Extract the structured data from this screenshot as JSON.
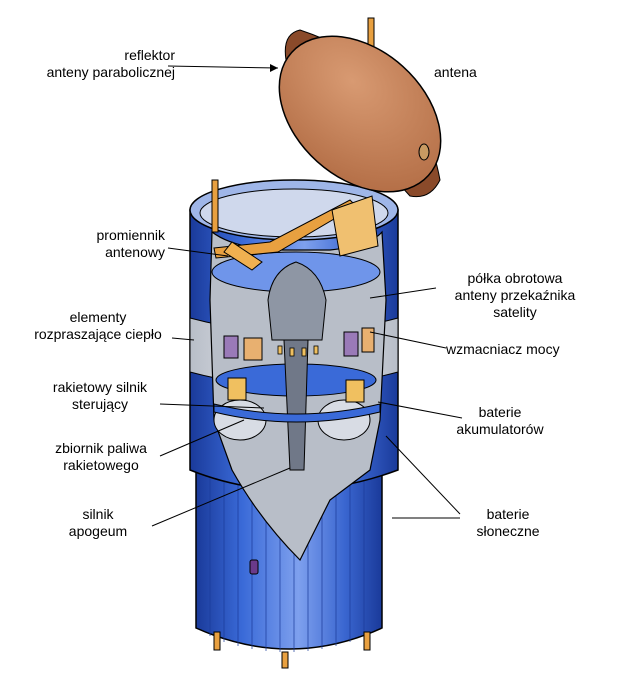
{
  "diagram": {
    "labels": {
      "reflector": [
        "reflektor",
        "anteny parabolicznej"
      ],
      "antenna": [
        "antena"
      ],
      "radiator": [
        "promiennik",
        "antenowy"
      ],
      "shelf": [
        "półka obrotowa",
        "anteny przekaźnika",
        "satelity"
      ],
      "heat": [
        "elementy",
        "rozpraszające ciepło"
      ],
      "amplifier": [
        "wzmacniacz mocy"
      ],
      "thruster": [
        "rakietowy silnik",
        "sterujący"
      ],
      "batteries": [
        "baterie",
        "akumulatorów"
      ],
      "tank": [
        "zbiornik paliwa",
        "rakietowego"
      ],
      "apogee": [
        "silnik",
        "apogeum"
      ],
      "solar": [
        "baterie",
        "słoneczne"
      ]
    },
    "colors": {
      "body_blue": "#2f5fd0",
      "body_blue_light": "#6f95ea",
      "body_blue_dark": "#1a3a9a",
      "dish": "#c27c55",
      "dish_dark": "#8a4a2a",
      "gold": "#e8a040",
      "interior_grey": "#b8bec8",
      "band_light": "#dfe3ea",
      "outline": "#000000"
    }
  }
}
